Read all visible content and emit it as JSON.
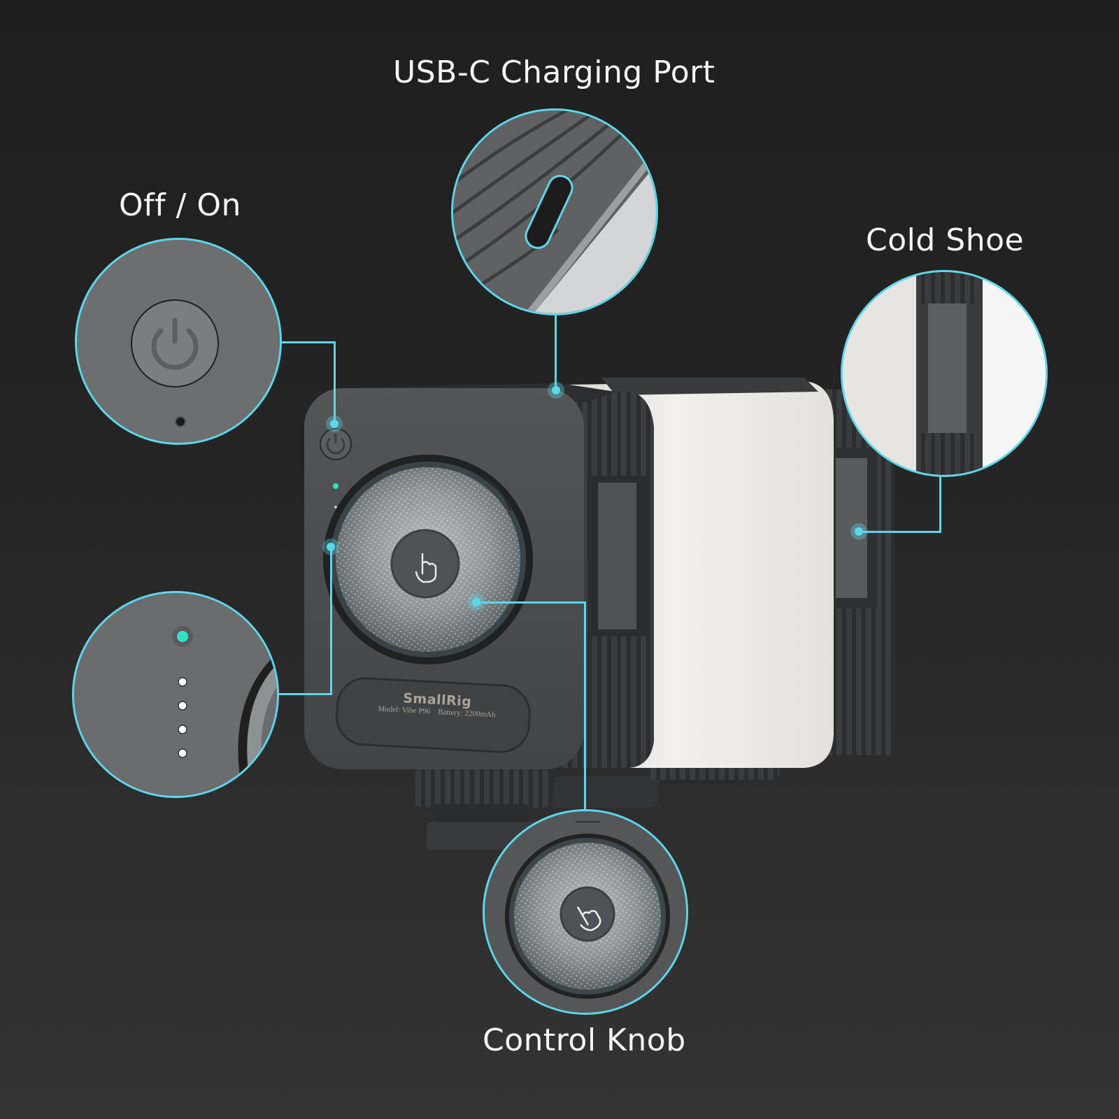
{
  "labels": {
    "usb_c": "USB-C Charging Port",
    "power": "Off / On",
    "cold_shoe": "Cold Shoe",
    "control_knob": "Control Knob"
  },
  "device": {
    "brand": "SmallRig",
    "model": "Model: Vibe P96",
    "battery": "Battery: 2200mAh",
    "indicators": {
      "status_led_color": "#2fe3c8",
      "battery_leds": 4
    }
  },
  "colors": {
    "accent": "#5dd6e8",
    "background_top": "#1f1f1f",
    "background_bottom": "#333333",
    "body_dark": "#4a4b4d",
    "body_white": "#ecebe8"
  }
}
